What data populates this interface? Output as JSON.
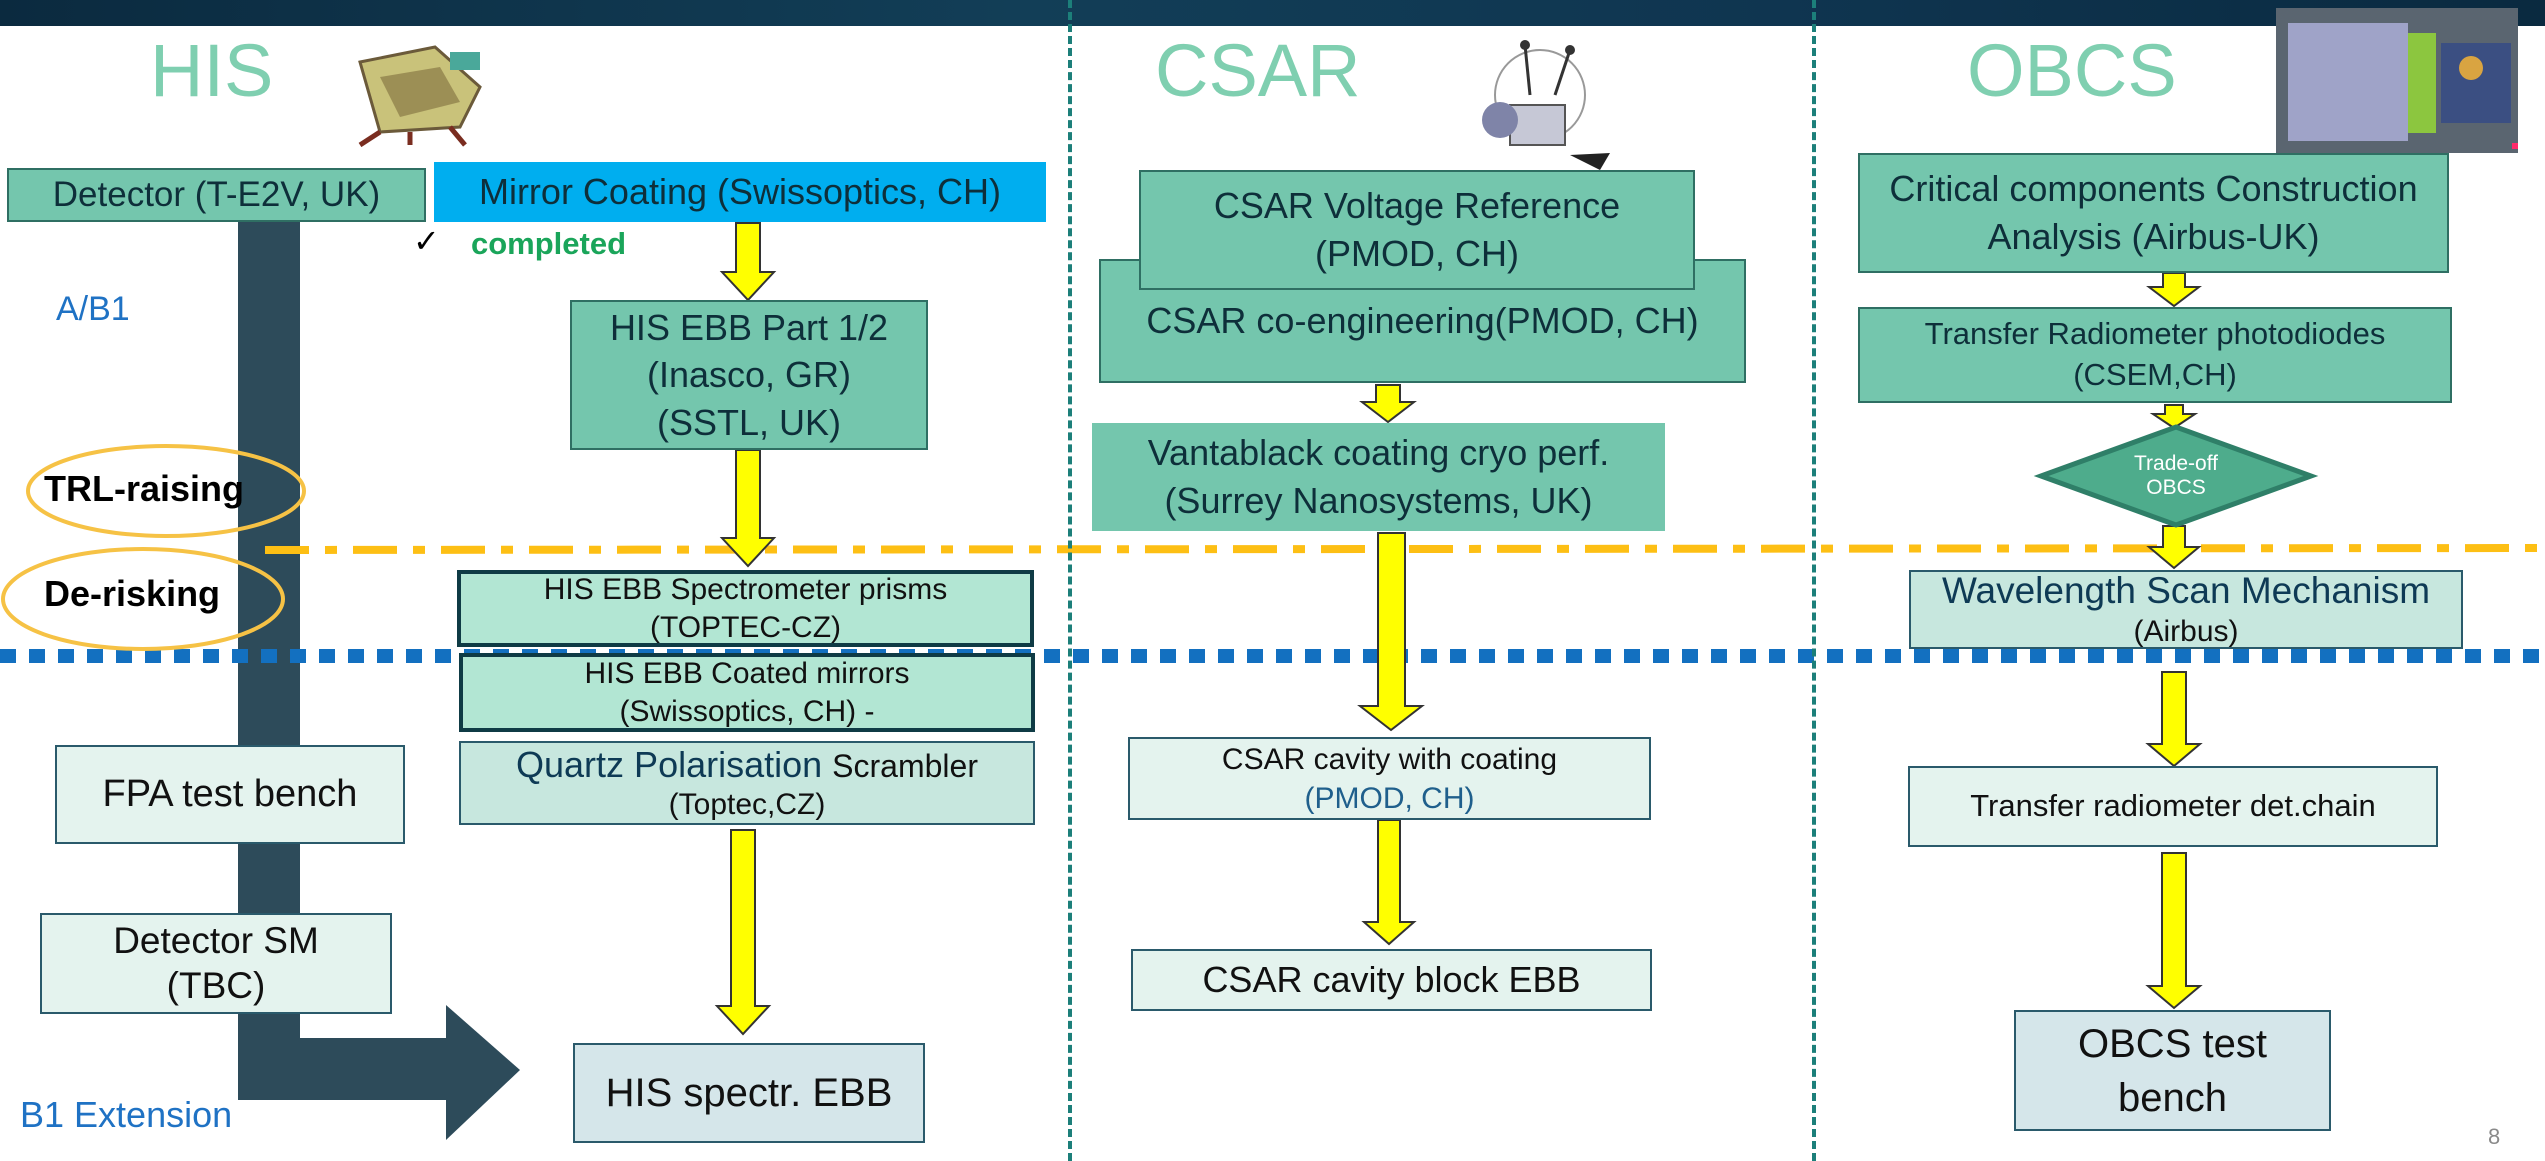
{
  "columns": {
    "his": {
      "title": "HIS"
    },
    "csar": {
      "title": "CSAR"
    },
    "obcs": {
      "title": "OBCS"
    }
  },
  "phases": {
    "a_b1": "A/B1",
    "trl_raising": "TRL-raising",
    "de_risking": "De-risking",
    "b1_extension": "B1 Extension"
  },
  "status": {
    "check": "✓",
    "completed": "completed"
  },
  "his": {
    "detector": "Detector (T-E2V, UK)",
    "mirror_coating": "Mirror Coating (Swissoptics, CH)",
    "ebb_part": [
      "HIS EBB Part 1/2",
      "(Inasco, GR)",
      "(SSTL, UK)"
    ],
    "spectrometer_prisms": [
      "HIS EBB Spectrometer prisms",
      "(TOPTEC-CZ)"
    ],
    "coated_mirrors": [
      "HIS EBB Coated mirrors",
      "(Swissoptics, CH) -"
    ],
    "scrambler": {
      "main": "Quartz Polarisation ",
      "small": "Scrambler",
      "sub": "(Toptec,CZ)"
    },
    "fpa_test_bench": "FPA test bench",
    "detector_sm": [
      "Detector SM",
      "(TBC)"
    ],
    "spectr_ebb": "HIS spectr. EBB"
  },
  "csar": {
    "voltage_reference": [
      "CSAR Voltage Reference",
      "(PMOD, CH)"
    ],
    "co_engineering": "CSAR co-engineering(PMOD, CH)",
    "vantablack": [
      "Vantablack coating cryo perf.",
      "(Surrey Nanosystems, UK)"
    ],
    "cavity_coating": [
      "CSAR cavity with coating",
      "(PMOD, CH)"
    ],
    "cavity_block": "CSAR cavity block EBB"
  },
  "obcs": {
    "critical_components": [
      "Critical components Construction",
      "Analysis (Airbus-UK)"
    ],
    "photodiodes": [
      "Transfer Radiometer photodiodes",
      "(CSEM,CH)"
    ],
    "tradeoff": [
      "Trade-off",
      "OBCS"
    ],
    "wsm": [
      "Wavelength Scan Mechanism",
      "(Airbus)"
    ],
    "det_chain": "Transfer radiometer det.chain",
    "test_bench": [
      "OBCS test",
      "bench"
    ]
  },
  "page_number": "8",
  "colors": {
    "arrow_yellow": "#ffff00",
    "box_green": "#74c6ad",
    "phase_oval": "#f6c245",
    "trl_line": "#fdbf14",
    "derisk_line": "#1370c0",
    "column_divider": "#1c7f7a",
    "big_arrow": "#2d4b5a",
    "phase_label_blue": "#1f72c4"
  },
  "icons": [
    "his-instrument-image",
    "csar-instrument-image",
    "obcs-instrument-image"
  ]
}
